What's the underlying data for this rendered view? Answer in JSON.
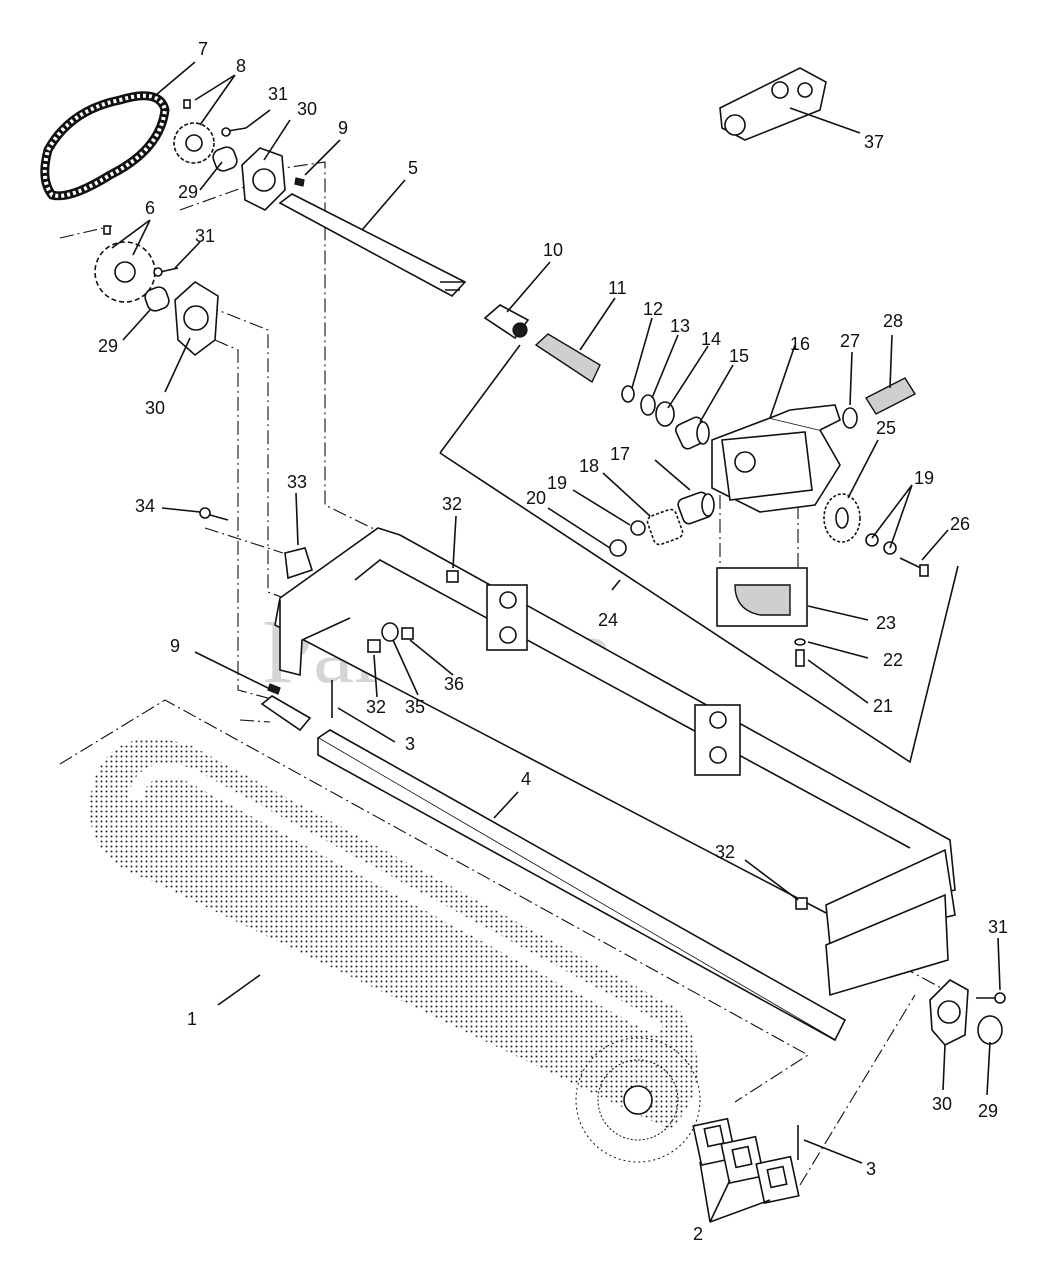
{
  "watermark": {
    "text": "PartsTree",
    "trademark": "TM"
  },
  "callouts": {
    "c1": "1",
    "c2": "2",
    "c3a": "3",
    "c3b": "3",
    "c4": "4",
    "c5": "5",
    "c6": "6",
    "c7": "7",
    "c8": "8",
    "c9a": "9",
    "c9b": "9",
    "c10": "10",
    "c11": "11",
    "c12": "12",
    "c13": "13",
    "c14": "14",
    "c15": "15",
    "c16": "16",
    "c17": "17",
    "c18": "18",
    "c19a": "19",
    "c19b": "19",
    "c20": "20",
    "c21": "21",
    "c22": "22",
    "c23": "23",
    "c24": "24",
    "c25": "25",
    "c26": "26",
    "c27": "27",
    "c28": "28",
    "c29a": "29",
    "c29b": "29",
    "c29c": "29",
    "c30a": "30",
    "c30b": "30",
    "c30c": "30",
    "c31a": "31",
    "c31b": "31",
    "c31c": "31",
    "c32a": "32",
    "c32b": "32",
    "c32c": "32",
    "c33": "33",
    "c34": "34",
    "c35": "35",
    "c36": "36",
    "c37": "37"
  }
}
